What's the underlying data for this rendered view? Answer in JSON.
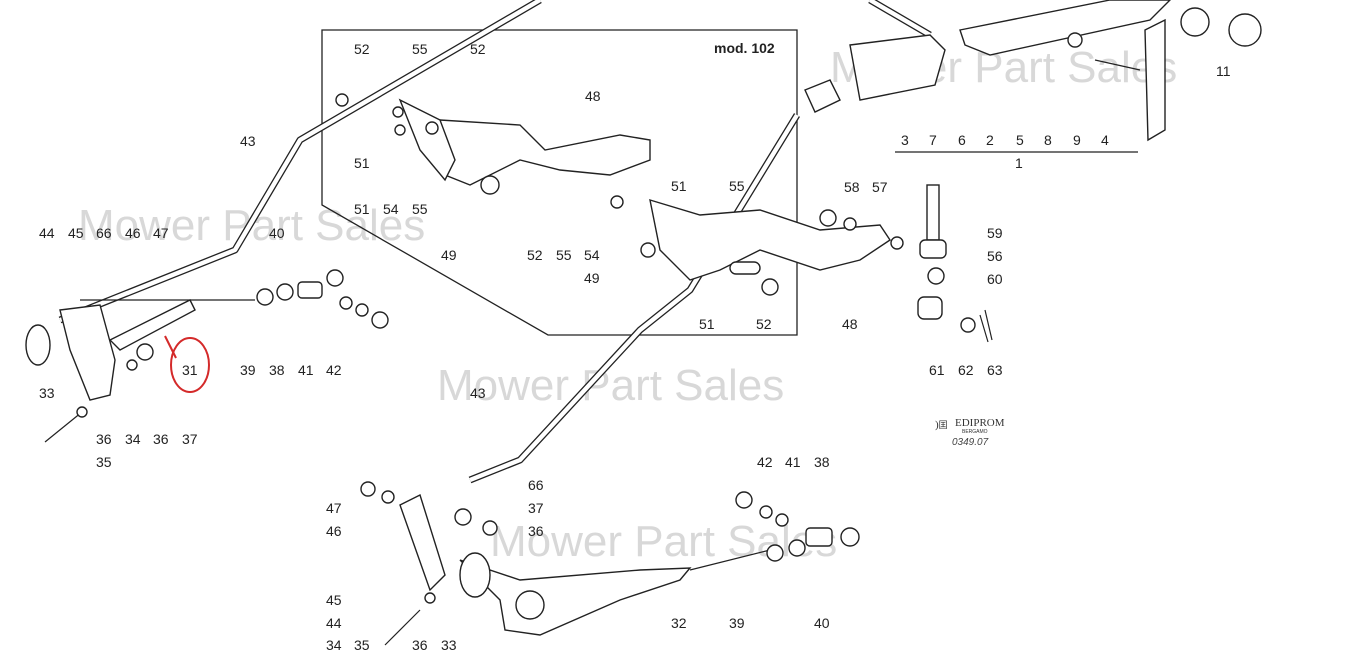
{
  "watermark": "Mower Part Sales",
  "inset": {
    "model_label": "mod. 102"
  },
  "logo": {
    "brand": "EDIPROM",
    "city": "BERGAMO",
    "code": "0349.07"
  },
  "highlight_color": "#d42a2a",
  "callouts": {
    "inset": [
      "52",
      "55",
      "52",
      "48",
      "51",
      "51",
      "54",
      "55",
      "49",
      "51",
      "55",
      "52",
      "55",
      "54",
      "49",
      "51",
      "52"
    ],
    "top_right": [
      "11",
      "3",
      "7",
      "6",
      "2",
      "5",
      "8",
      "9",
      "4",
      "1"
    ],
    "right": [
      "48",
      "58",
      "57",
      "59",
      "56",
      "60",
      "61",
      "62",
      "63"
    ],
    "left": [
      "43",
      "44",
      "45",
      "66",
      "46",
      "47",
      "40",
      "39",
      "38",
      "41",
      "42",
      "31",
      "33",
      "36",
      "34",
      "36",
      "37",
      "35"
    ],
    "bottom": [
      "43",
      "42",
      "41",
      "38",
      "66",
      "47",
      "37",
      "46",
      "36",
      "45",
      "44",
      "34",
      "35",
      "36",
      "33",
      "32",
      "39",
      "40"
    ]
  }
}
